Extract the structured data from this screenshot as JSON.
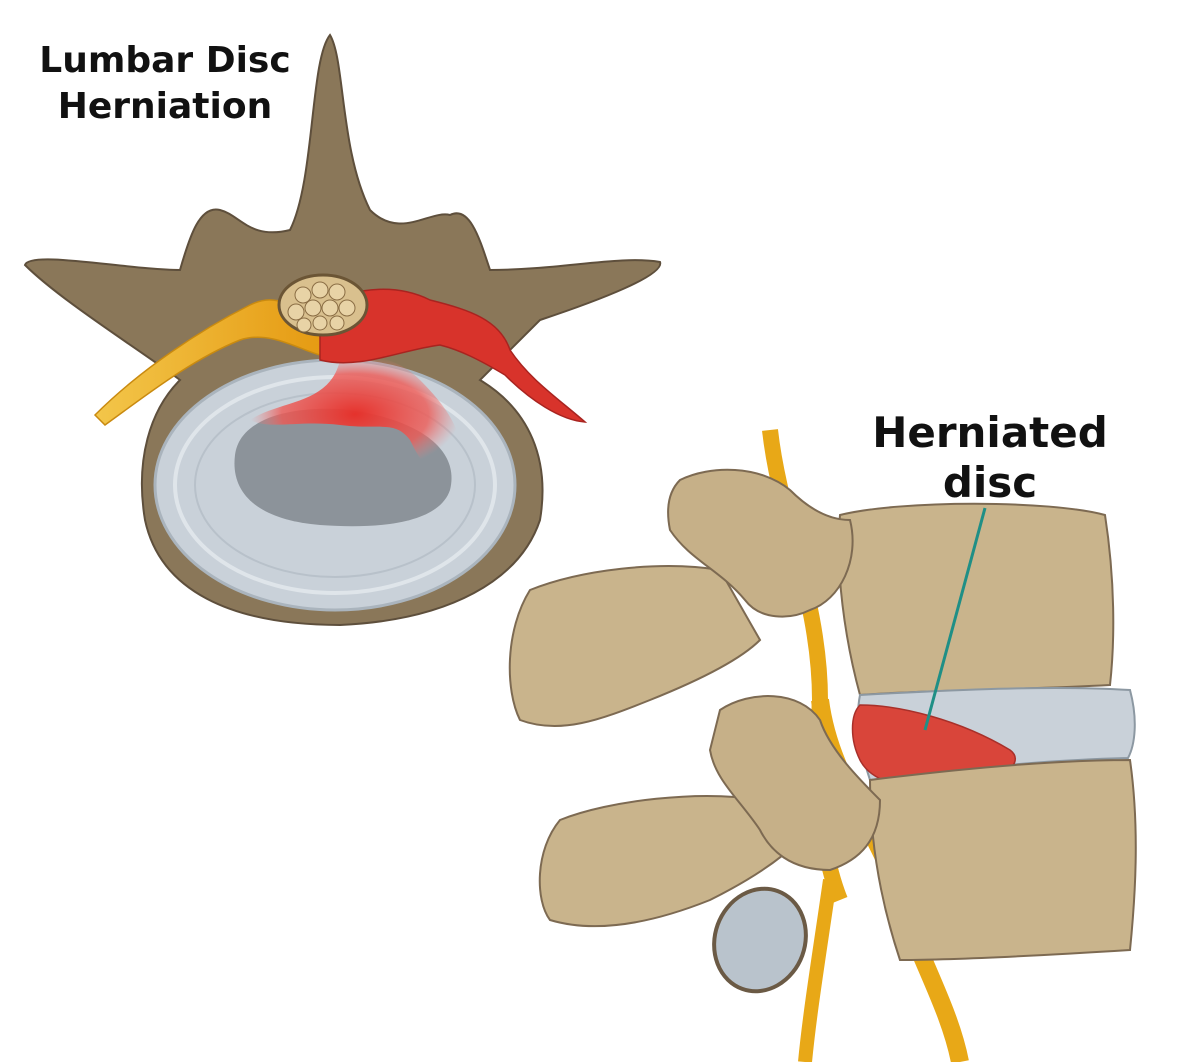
{
  "title": {
    "line1": "Lumbar Disc",
    "line2": "Herniation"
  },
  "callout": {
    "line1": "Herniated",
    "line2": "disc"
  },
  "colors": {
    "bone": "#c9b48c",
    "bone_dark": "#7d6a52",
    "disc": "#c9d1d9",
    "nerve": "#e8a817",
    "herniation": "#d83a32",
    "leader": "#1f8f86"
  }
}
